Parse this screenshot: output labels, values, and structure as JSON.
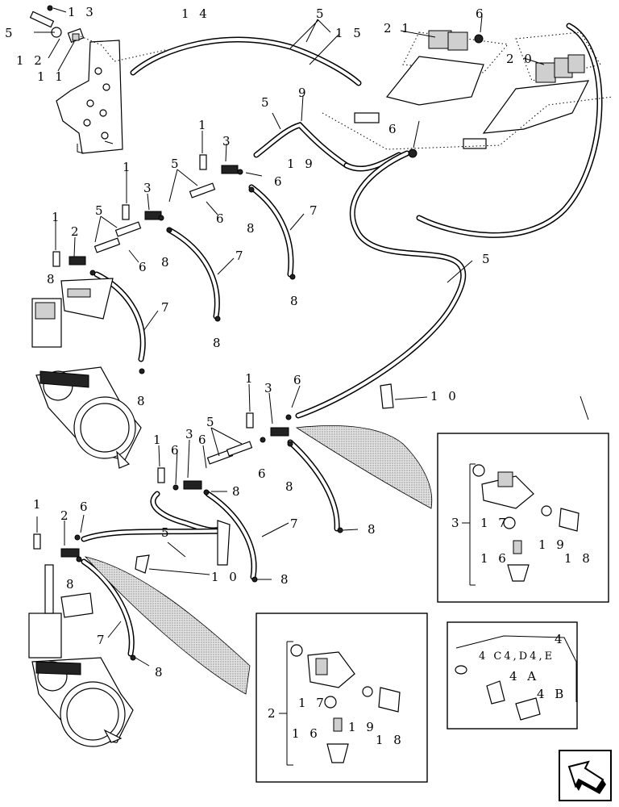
{
  "callouts": {
    "c1": "1",
    "c2": "2",
    "c3": "3",
    "c4": "4",
    "c4a": "4 A",
    "c4b": "4 B",
    "c4c": "4 C4,D4,E",
    "c5": "5",
    "c6": "6",
    "c7": "7",
    "c8": "8",
    "c9": "9",
    "c10": "1 0",
    "c11": "1 1",
    "c12": "1 2",
    "c13": "1 3",
    "c14": "1 4",
    "c15": "1 5",
    "c16": "1 6",
    "c17": "1 7",
    "c18": "1 8",
    "c19": "1 9",
    "c20": "2 0",
    "c21": "2 1"
  },
  "nav_icon": "page-arrow-icon"
}
